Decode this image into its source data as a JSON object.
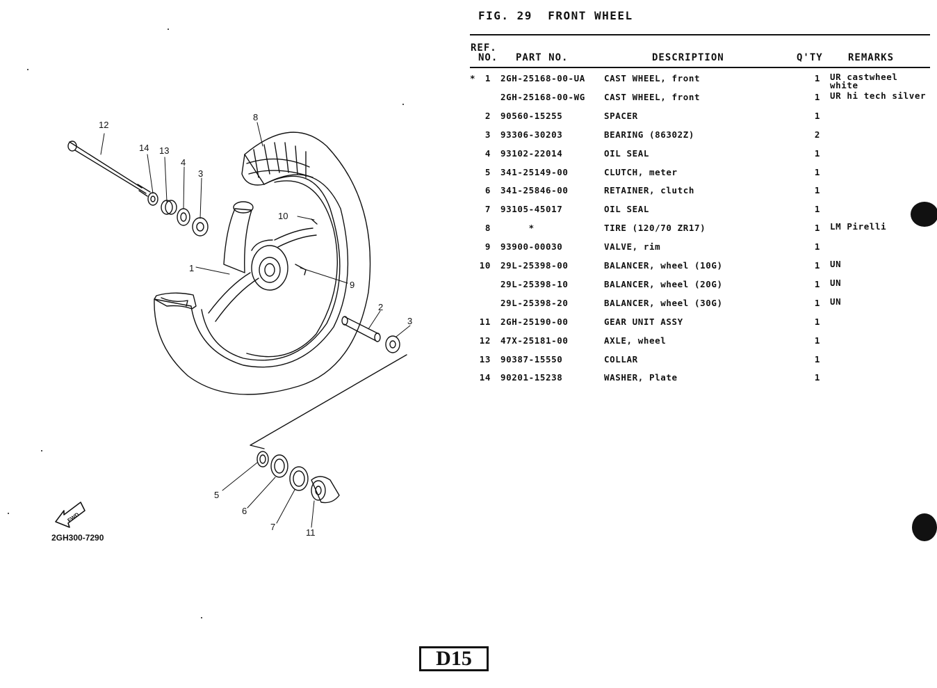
{
  "figure": {
    "title": "FIG. 29  FRONT WHEEL",
    "code": "2GH300-7290",
    "page": "D15",
    "fwd_label": "FWD"
  },
  "header": {
    "ref_line1": "REF.",
    "ref_line2": "NO.",
    "part_no": "PART NO.",
    "description": "DESCRIPTION",
    "qty": "Q'TY",
    "remarks": "REMARKS"
  },
  "rows": [
    {
      "mark": "*",
      "ref": "1",
      "part": "2GH-25168-00-UA",
      "desc": "CAST WHEEL, front",
      "qty": "1",
      "rem1": "UR castwheel",
      "rem2": "white"
    },
    {
      "mark": "",
      "ref": "",
      "part": "2GH-25168-00-WG",
      "desc": "CAST WHEEL, front",
      "qty": "1",
      "rem1": "UR hi tech silver",
      "rem2": ""
    },
    {
      "mark": "",
      "ref": "2",
      "part": "90560-15255",
      "desc": "SPACER",
      "qty": "1",
      "rem1": "",
      "rem2": ""
    },
    {
      "mark": "",
      "ref": "3",
      "part": "93306-30203",
      "desc": "BEARING (86302Z)",
      "qty": "2",
      "rem1": "",
      "rem2": ""
    },
    {
      "mark": "",
      "ref": "4",
      "part": "93102-22014",
      "desc": "OIL SEAL",
      "qty": "1",
      "rem1": "",
      "rem2": ""
    },
    {
      "mark": "",
      "ref": "5",
      "part": "341-25149-00",
      "desc": "CLUTCH, meter",
      "qty": "1",
      "rem1": "",
      "rem2": ""
    },
    {
      "mark": "",
      "ref": "6",
      "part": "341-25846-00",
      "desc": "RETAINER, clutch",
      "qty": "1",
      "rem1": "",
      "rem2": ""
    },
    {
      "mark": "",
      "ref": "7",
      "part": "93105-45017",
      "desc": "OIL SEAL",
      "qty": "1",
      "rem1": "",
      "rem2": ""
    },
    {
      "mark": "",
      "ref": "8",
      "part": "     *",
      "desc": "TIRE (120/70 ZR17)",
      "qty": "1",
      "rem1": "LM Pirelli",
      "rem2": ""
    },
    {
      "mark": "",
      "ref": "9",
      "part": "93900-00030",
      "desc": "VALVE, rim",
      "qty": "1",
      "rem1": "",
      "rem2": ""
    },
    {
      "mark": "",
      "ref": "10",
      "part": "29L-25398-00",
      "desc": "BALANCER, wheel (10G)",
      "qty": "1",
      "rem1": "UN",
      "rem2": ""
    },
    {
      "mark": "",
      "ref": "",
      "part": "29L-25398-10",
      "desc": "BALANCER, wheel (20G)",
      "qty": "1",
      "rem1": "UN",
      "rem2": ""
    },
    {
      "mark": "",
      "ref": "",
      "part": "29L-25398-20",
      "desc": "BALANCER, wheel (30G)",
      "qty": "1",
      "rem1": "UN",
      "rem2": ""
    },
    {
      "mark": "",
      "ref": "11",
      "part": "2GH-25190-00",
      "desc": "GEAR UNIT ASSY",
      "qty": "1",
      "rem1": "",
      "rem2": ""
    },
    {
      "mark": "",
      "ref": "12",
      "part": "47X-25181-00",
      "desc": "AXLE, wheel",
      "qty": "1",
      "rem1": "",
      "rem2": ""
    },
    {
      "mark": "",
      "ref": "13",
      "part": "90387-15550",
      "desc": "COLLAR",
      "qty": "1",
      "rem1": "",
      "rem2": ""
    },
    {
      "mark": "",
      "ref": "14",
      "part": "90201-15238",
      "desc": "WASHER, Plate",
      "qty": "1",
      "rem1": "",
      "rem2": ""
    }
  ],
  "callouts": [
    "1",
    "2",
    "3",
    "3",
    "4",
    "5",
    "6",
    "7",
    "8",
    "9",
    "10",
    "11",
    "12",
    "13",
    "14"
  ]
}
